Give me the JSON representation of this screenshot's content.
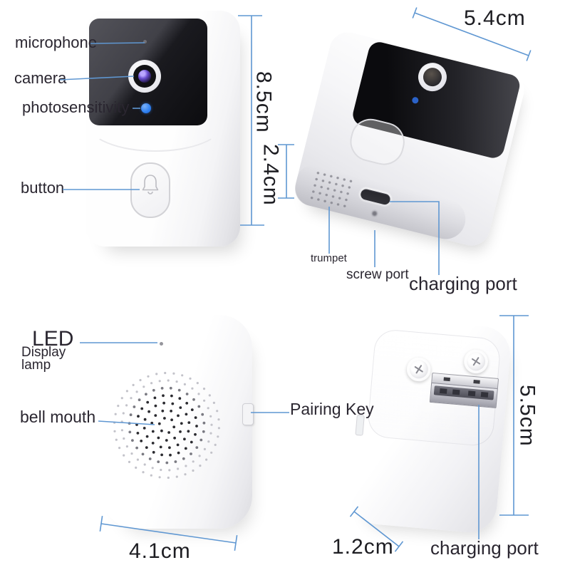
{
  "front_view": {
    "microphone_label": "microphone",
    "camera_label": "camera",
    "photosensitivity_label": "photosensitivity",
    "button_label": "button",
    "height_dim": "8.5cm",
    "lower_section_dim": "2.4cm"
  },
  "bottom_view": {
    "width_dim": "5.4cm",
    "trumpet_label": "trumpet",
    "screw_port_label": "screw port",
    "charging_port_label": "charging port"
  },
  "chime_front_view": {
    "led_label": "LED",
    "led_sub_line1": "Display",
    "led_sub_line2": "lamp",
    "bell_mouth_label": "bell mouth",
    "pairing_key_label": "Pairing Key",
    "width_dim": "4.1cm"
  },
  "chime_back_view": {
    "charging_port_label": "charging port",
    "height_dim": "5.5cm",
    "depth_dim": "1.2cm"
  },
  "colors": {
    "leader_line": "#5f97d2",
    "label_text": "#2a2630",
    "dimension_text": "#1d1d22",
    "photosensitivity_led": "#2e7ff0"
  }
}
